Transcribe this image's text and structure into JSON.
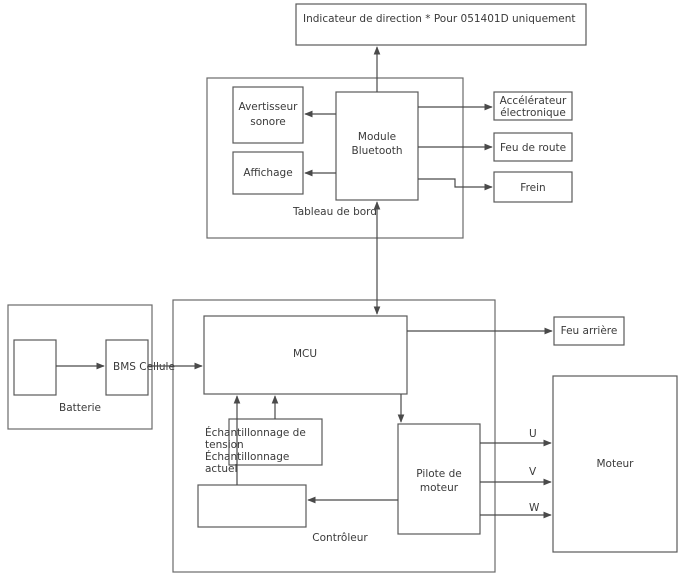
{
  "diagram": {
    "direction_indicator": "Indicateur de direction * Pour 051401D uniquement",
    "dashboard": {
      "title": "Tableau de bord",
      "horn": [
        "Avertisseur",
        "sonore"
      ],
      "display": "Affichage",
      "bluetooth": [
        "Module",
        "Bluetooth"
      ]
    },
    "electronic_accelerator": [
      "Accélérateur",
      "électronique"
    ],
    "headlight": "Feu de route",
    "brake": "Frein",
    "battery_unit": {
      "title": "Batterie",
      "bms": "BMS Cellule"
    },
    "controller": {
      "title": "Contrôleur",
      "mcu": "MCU",
      "sampling": [
        "Échantillonnage de",
        "tension",
        "Échantillonnage",
        "actuel"
      ],
      "motor_driver": [
        "Pilote de",
        "moteur"
      ]
    },
    "rear_light": "Feu arrière",
    "motor": "Moteur",
    "phases": [
      "U",
      "V",
      "W"
    ]
  }
}
